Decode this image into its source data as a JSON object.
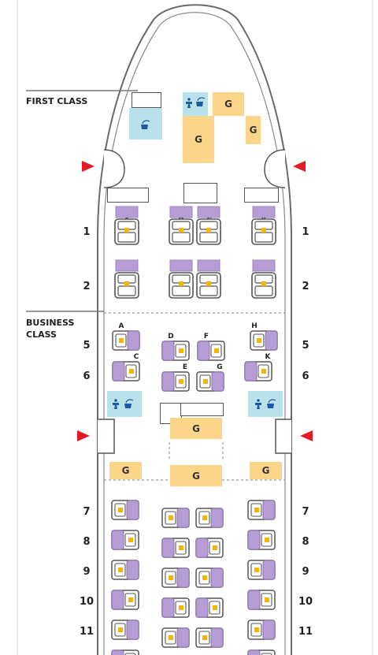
{
  "cabins": {
    "first": "FIRST CLASS",
    "business_line1": "BUSINESS",
    "business_line2": "CLASS"
  },
  "galley_label": "G",
  "first_class": {
    "columns": [
      "A",
      "D",
      "G",
      "K"
    ],
    "rows": [
      "1",
      "2"
    ]
  },
  "business_class": {
    "rows": [
      "5",
      "6"
    ],
    "columns": [
      "A",
      "C",
      "D",
      "E",
      "F",
      "G",
      "H",
      "K"
    ]
  },
  "economy": {
    "rows": [
      "7",
      "8",
      "9",
      "10",
      "11"
    ]
  },
  "icons": {
    "lavatory": "lavatory-wheelchair-icon",
    "water": "drinking-fountain-icon",
    "exit": "exit-arrow-icon"
  },
  "colors": {
    "galley": "#fbd589",
    "lavatory": "#b9e2ea",
    "exit": "#e41b23",
    "seat_purple": "#b79dd6",
    "seat_center": "#f4b400",
    "outline": "#555555"
  }
}
